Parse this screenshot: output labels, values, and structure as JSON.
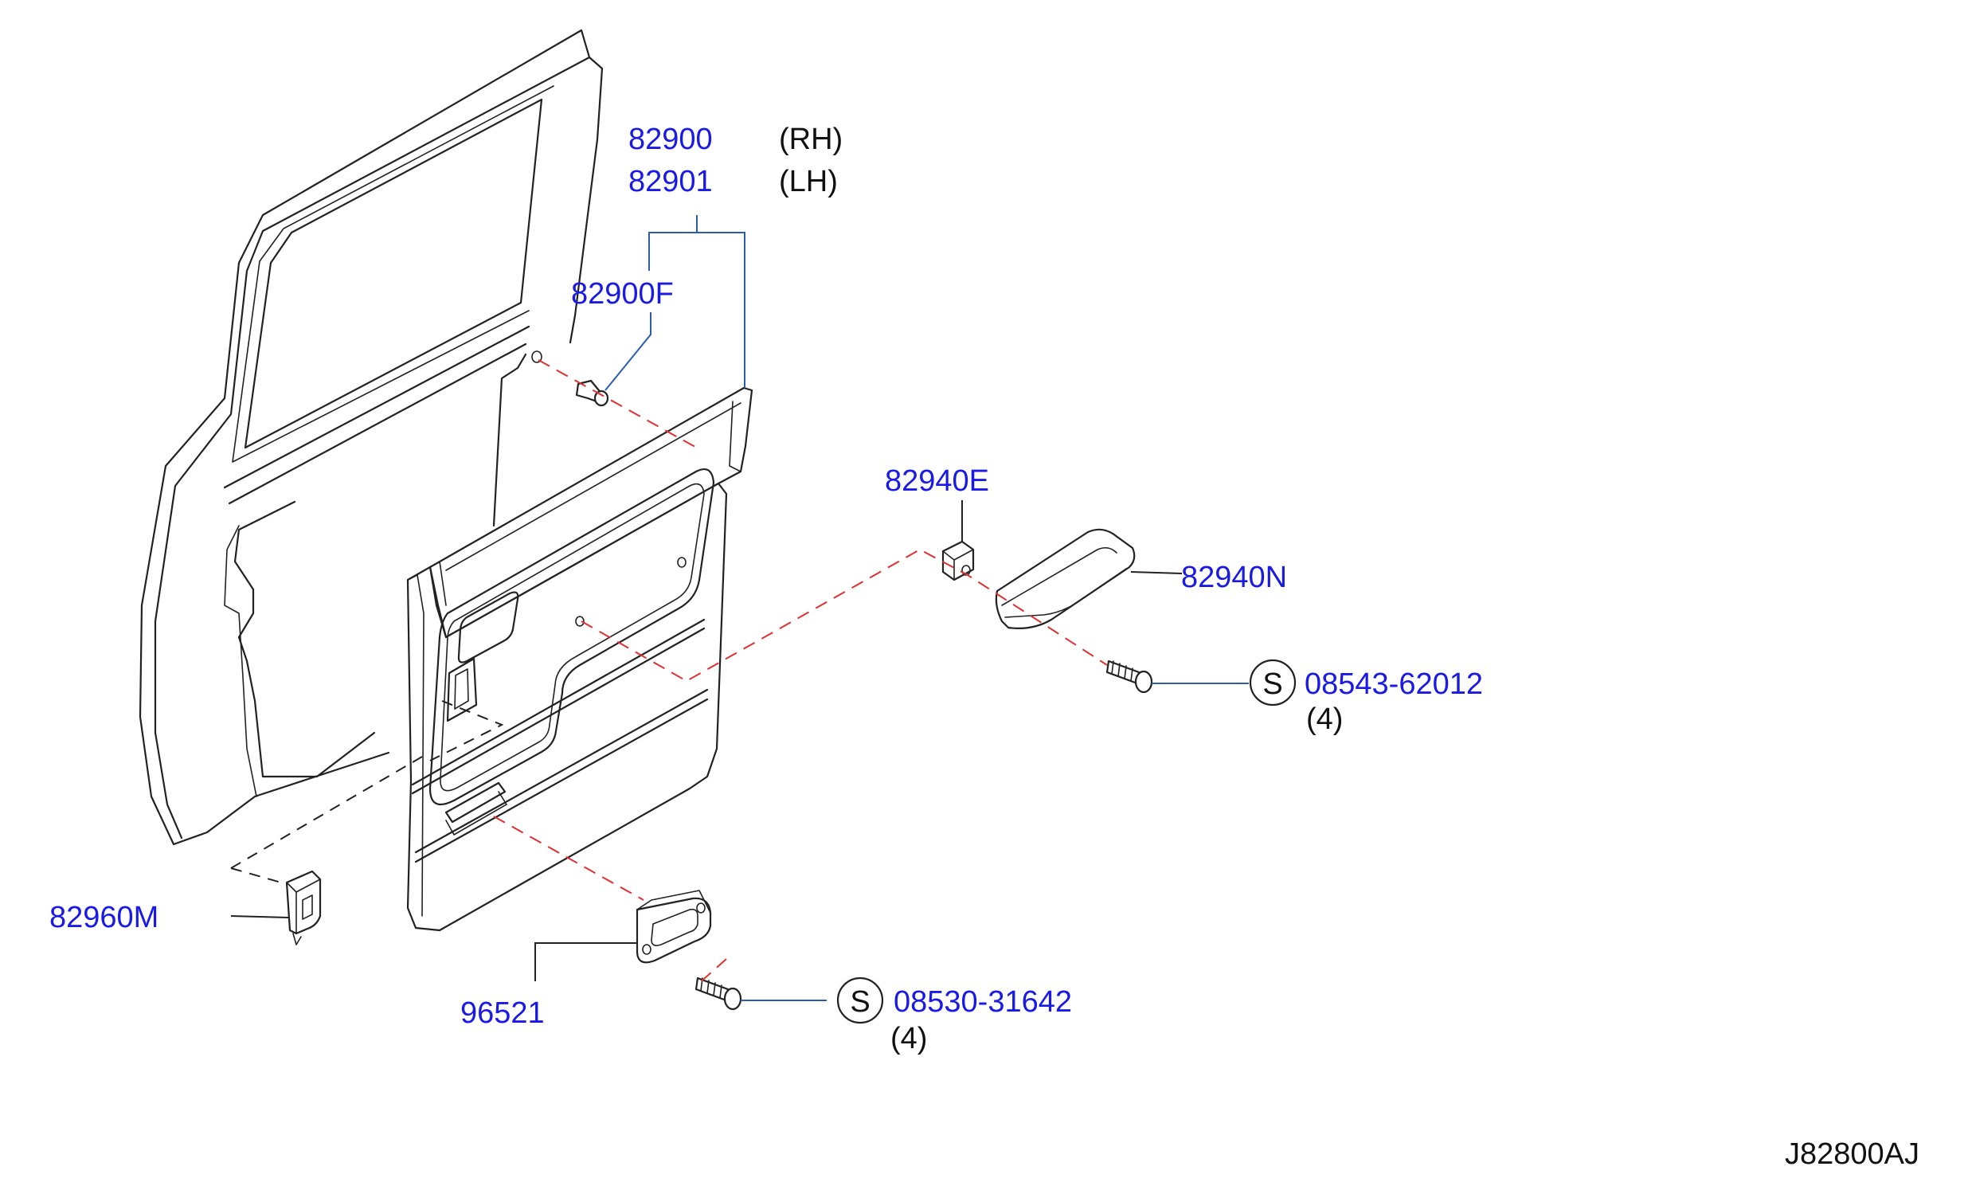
{
  "diagram": {
    "code": "J82800AJ",
    "callouts": [
      {
        "part": "82900",
        "note": "(RH)"
      },
      {
        "part": "82901",
        "note": "(LH)"
      },
      {
        "part": "82900F"
      },
      {
        "part": "82940E"
      },
      {
        "part": "82940N"
      },
      {
        "part": "08543-62012",
        "symbol": "S",
        "qty": "(4)"
      },
      {
        "part": "82960M"
      },
      {
        "part": "96521"
      },
      {
        "part": "08530-31642",
        "symbol": "S",
        "qty": "(4)"
      }
    ]
  }
}
